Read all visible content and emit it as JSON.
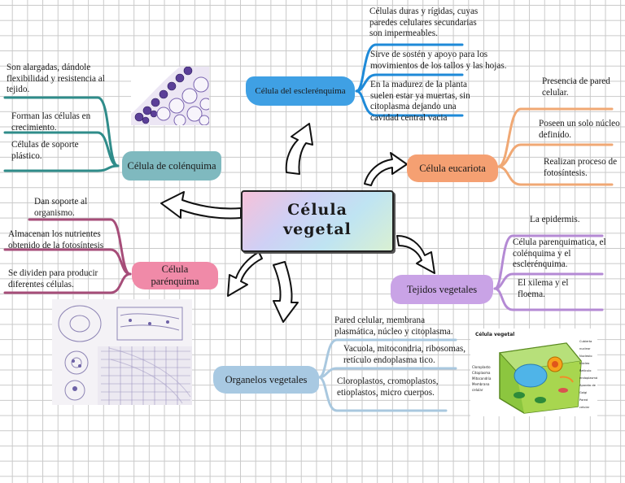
{
  "central": {
    "title": "Célula vegetal"
  },
  "nodes": {
    "esclerenquima": "Célula del esclerénquima",
    "colenquima": "Célula de colénquima",
    "parenquima": "Célula parénquima",
    "eucariota": "Célula eucariota",
    "tejidos": "Tejidos vegetales",
    "organelos": "Organelos vegetales"
  },
  "notes": {
    "escl_1": "Células duras y  rígidas, cuyas paredes celulares secundarias son impermeables.",
    "escl_2": "Sirve de sostén y apoyo para los movimientos de los tallos y las hojas.",
    "escl_3": "En la madurez de la planta suelen estar ya muertas, sin citoplasma dejando una cavidad central vacia",
    "col_1": "Son alargadas, dándole flexibilidad y resistencia al tejido.",
    "col_2": "Forman las células en crecimiento.",
    "col_3": "Células de soporte plástico.",
    "par_1": "Dan soporte al organismo.",
    "par_2": "Almacenan los nutrientes obtenido de la fotosíntesis",
    "par_3": "Se dividen para producir diferentes células.",
    "euc_1": "Presencia de pared celular.",
    "euc_2": "Poseen un solo núcleo definido.",
    "euc_3": "Realizan proceso de fotosíntesis.",
    "tej_1": "La epidermis.",
    "tej_2": "Célula parenquimatica, el colénquima  y el esclerénquima.",
    "tej_3": "El xilema y el floema.",
    "org_1": "Pared celular, membrana plasmática, núcleo y citoplasma.",
    "org_2": "Vacuola, mitocondria, ribosomas, retículo endoplasma tico.",
    "org_3": "Cloroplastos, cromoplastos, etioplastos, micro cuerpos."
  },
  "diagram_labels": {
    "title": "Célula vegetal",
    "left": [
      "Cloroplasto",
      "Citoplasma",
      "Mitocondria",
      "Membrana celular"
    ],
    "right": [
      "Cubierta nuclear",
      "Nucleolo",
      "Núcleo",
      "Retículo endoplasmático",
      "Aparato de Golgi",
      "Pared celular"
    ]
  },
  "colors": {
    "esclerenquima": "#1e8ad8",
    "colenquima": "#2f8c8a",
    "parenquima": "#a64d79",
    "eucariota": "#f0a874",
    "tejidos": "#b48ad4",
    "organelos": "#9fc4dc"
  }
}
